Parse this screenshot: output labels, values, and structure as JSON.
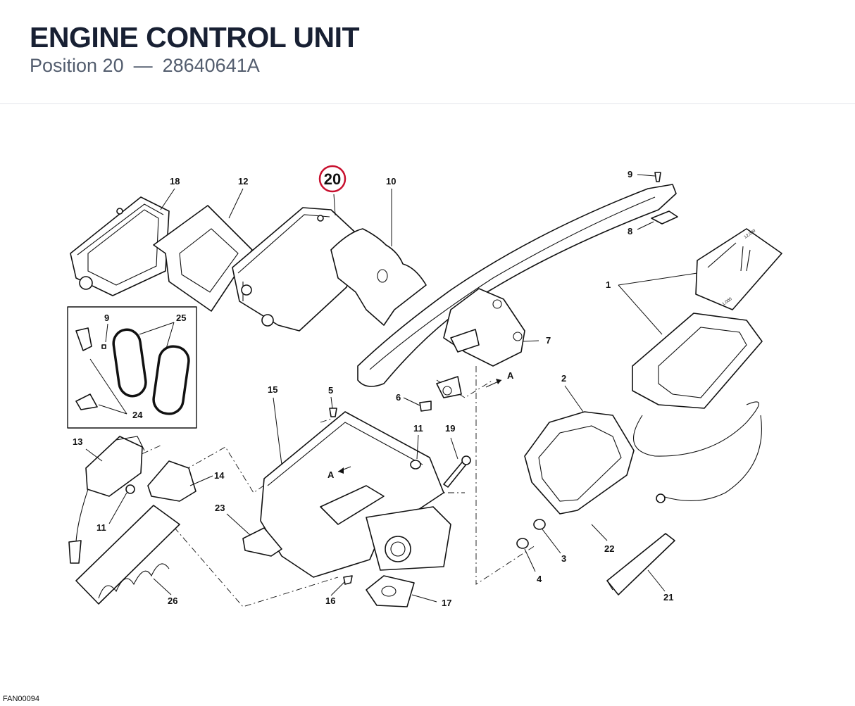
{
  "header": {
    "title": "ENGINE CONTROL UNIT",
    "position_label": "Position 20",
    "separator": "—",
    "part_number": "28640641A"
  },
  "highlighted_callout": "20",
  "callouts": {
    "c1": "1",
    "c2": "2",
    "c3": "3",
    "c4": "4",
    "c5": "5",
    "c6": "6",
    "c7": "7",
    "c8": "8",
    "c9a": "9",
    "c9b": "9",
    "c10": "10",
    "c11a": "11",
    "c11b": "11",
    "c12": "12",
    "c13": "13",
    "c14": "14",
    "c15": "15",
    "c16": "16",
    "c17": "17",
    "c18": "18",
    "c19": "19",
    "c21": "21",
    "c22": "22",
    "c23": "23",
    "c24": "24",
    "c25": "25",
    "c26": "26",
    "arrowA1": "A",
    "arrowA2": "A"
  },
  "dial": {
    "top": "12,000",
    "low": "1,000"
  },
  "drawing_reference": "FAN00094",
  "colors": {
    "title": "#182033",
    "subtitle": "#535d6e",
    "highlight_ring": "#c8102e"
  }
}
